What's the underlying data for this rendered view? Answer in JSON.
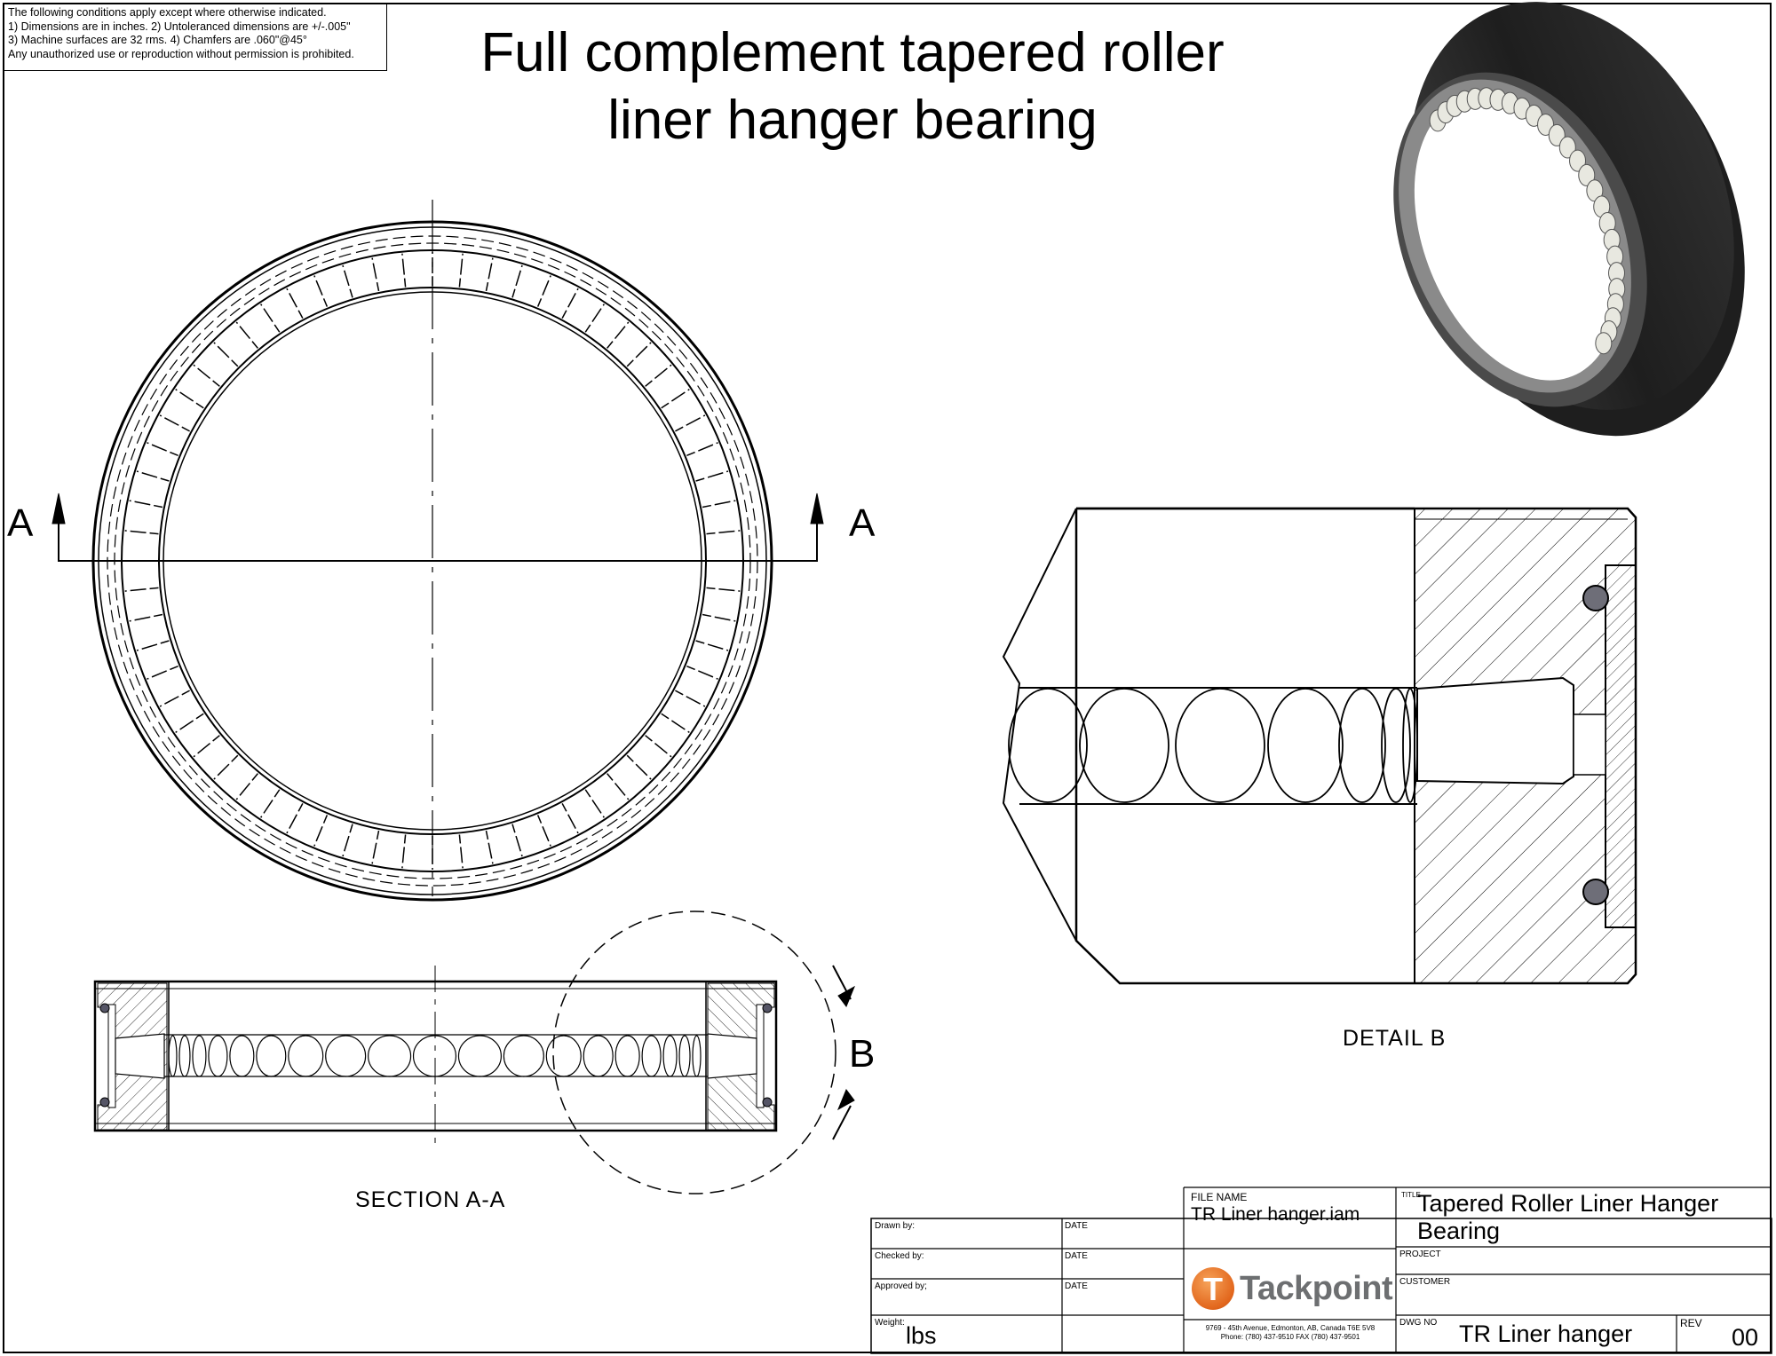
{
  "notes": {
    "line1": "The following conditions apply except where otherwise indicated.",
    "line2": "1) Dimensions are in inches.  2) Untoleranced dimensions are +/-.005\"",
    "line3": "3) Machine surfaces are 32 rms.  4) Chamfers are .060\"@45°",
    "line4": "Any unauthorized use or reproduction without permission is prohibited."
  },
  "title": {
    "line1": "Full complement tapered roller",
    "line2": "liner hanger bearing"
  },
  "section_marks": {
    "left": "A",
    "right": "A",
    "detail": "B"
  },
  "captions": {
    "section": "SECTION  A-A",
    "detail": "DETAIL  B"
  },
  "title_block": {
    "drawn_by_label": "Drawn by:",
    "checked_by_label": "Checked by:",
    "approved_by_label": "Approved by;",
    "date_label": "DATE",
    "weight_label": "Weight:",
    "weight_unit": "lbs",
    "file_name_label": "FILE NAME",
    "file_name": "TR Liner hanger.iam",
    "title_label": "TITLE",
    "title_line1": "Tapered Roller Liner Hanger",
    "title_line2": "Bearing",
    "project_label": "PROJECT",
    "customer_label": "CUSTOMER",
    "dwg_no_label": "DWG NO",
    "dwg_no": "TR Liner hanger",
    "rev_label": "REV",
    "rev": "00",
    "company": "Tackpoint",
    "logo_letter": "T",
    "address_line1": "9769 - 45th Avenue, Edmonton, AB, Canada T6E 5V8",
    "address_line2": "Phone: (780) 437-9510       FAX (780) 437-9501"
  },
  "colors": {
    "line": "#000000",
    "logo_orange": "#e2661c",
    "logo_gray": "#6d6f71",
    "render_dark": "#2b2b2b"
  }
}
